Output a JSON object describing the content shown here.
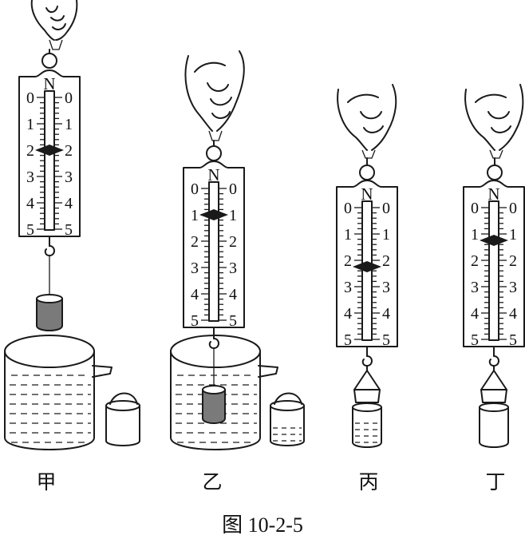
{
  "figure": {
    "caption": "图 10-2-5",
    "panels": [
      {
        "label": "甲",
        "unit": "N",
        "scale": [
          "0",
          "1",
          "2",
          "3",
          "4",
          "5"
        ],
        "reading": 2
      },
      {
        "label": "乙",
        "unit": "N",
        "scale": [
          "0",
          "1",
          "2",
          "3",
          "4",
          "5"
        ],
        "reading": 1
      },
      {
        "label": "丙",
        "unit": "N",
        "scale": [
          "0",
          "1",
          "2",
          "3",
          "4",
          "5"
        ],
        "reading": 2.5
      },
      {
        "label": "丁",
        "unit": "N",
        "scale": [
          "0",
          "1",
          "2",
          "3",
          "4",
          "5"
        ],
        "reading": 1.5
      }
    ]
  }
}
